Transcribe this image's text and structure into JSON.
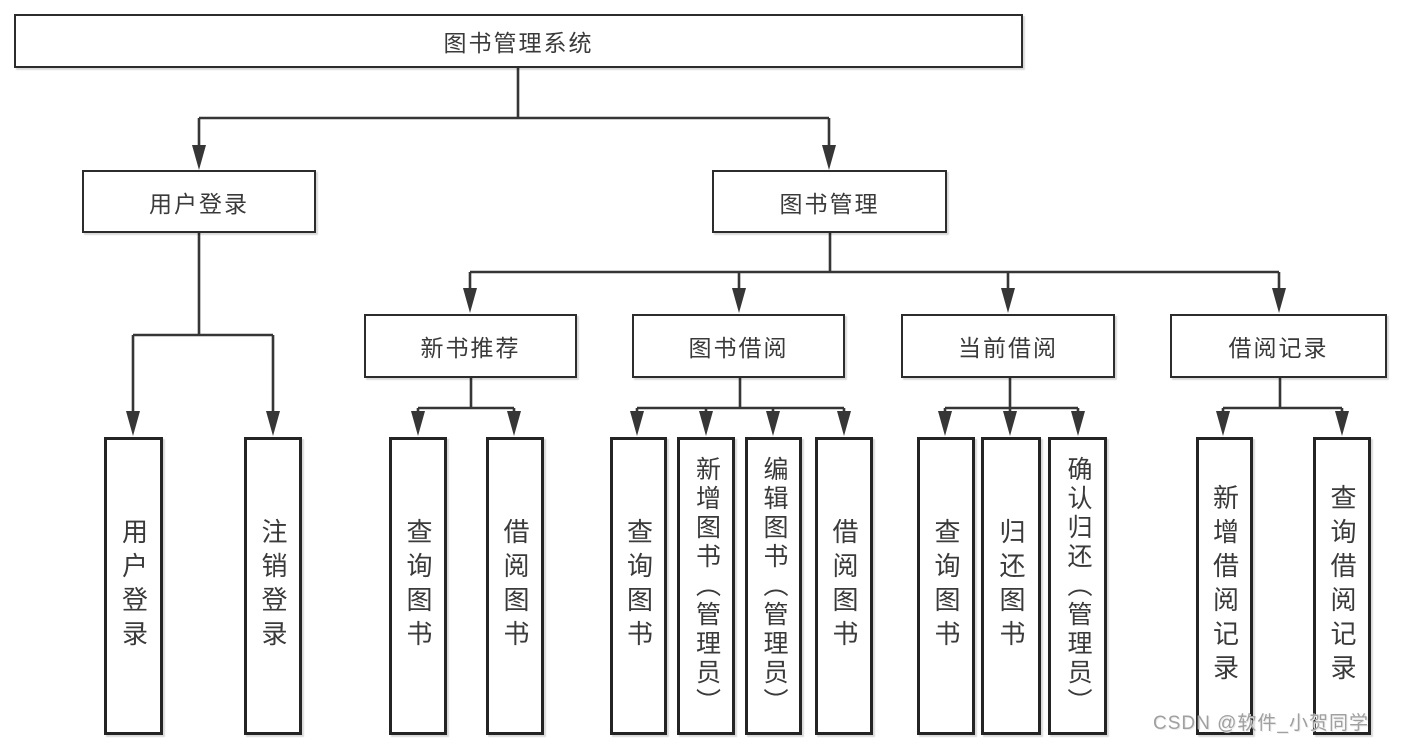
{
  "tree": {
    "root": "图书管理系统",
    "children": [
      {
        "label": "用户登录",
        "children": [
          "用户登录",
          "注销登录"
        ]
      },
      {
        "label": "图书管理",
        "children": [
          {
            "label": "新书推荐",
            "children": [
              "查询图书",
              "借阅图书"
            ]
          },
          {
            "label": "图书借阅",
            "children": [
              "查询图书",
              "新增图书（管理员）",
              "编辑图书（管理员）",
              "借阅图书"
            ]
          },
          {
            "label": "当前借阅",
            "children": [
              "查询图书",
              "归还图书",
              "确认归还（管理员）"
            ]
          },
          {
            "label": "借阅记录",
            "children": [
              "新增借阅记录",
              "查询借阅记录"
            ]
          }
        ]
      }
    ]
  },
  "watermark": {
    "text": "CSDN @软件_小贺同学"
  },
  "colors": {
    "line": "#363636",
    "box_border": "#2c2c2c",
    "leaf_border": "#242424",
    "text": "#3a3a3a",
    "watermark": "#a0a0a0",
    "background": "#ffffff"
  }
}
